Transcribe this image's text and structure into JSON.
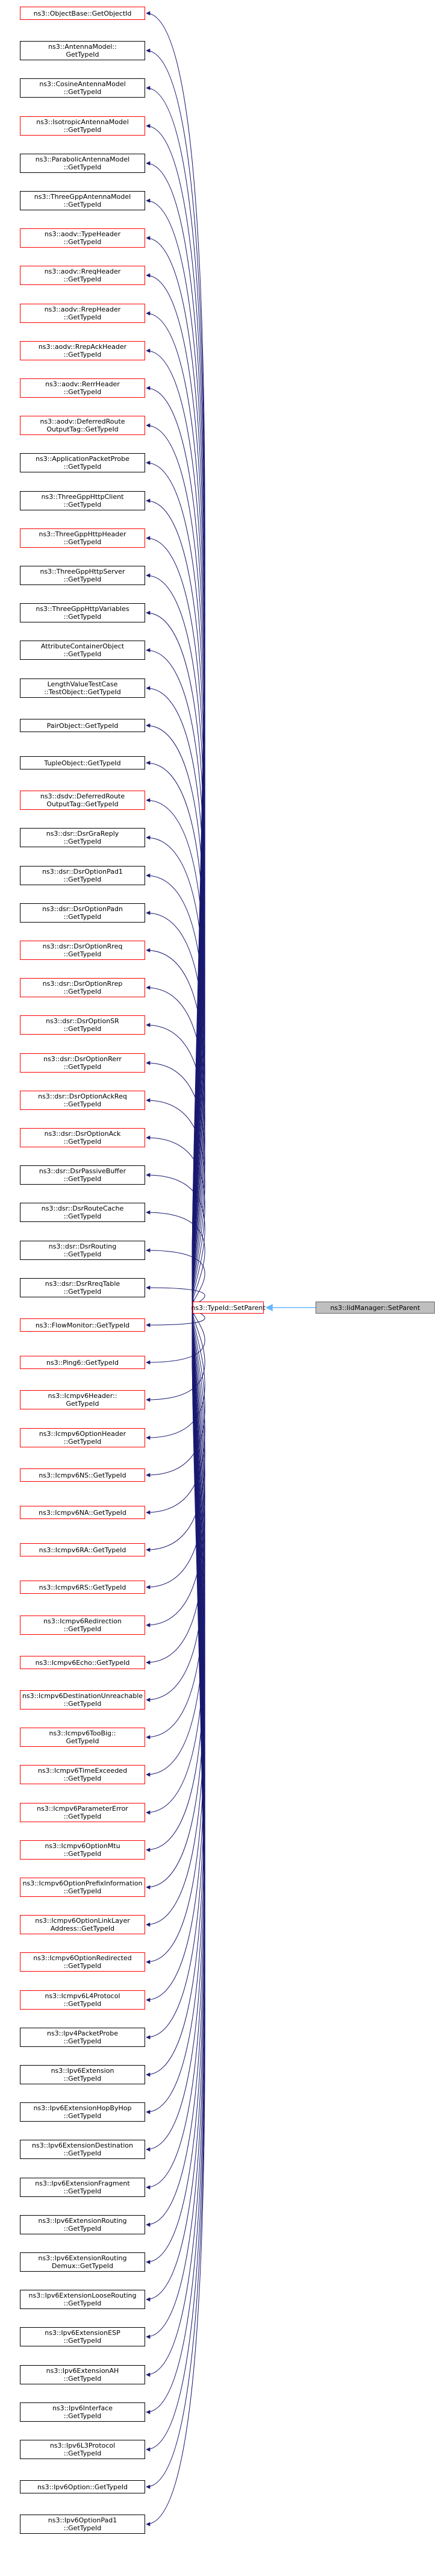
{
  "colors": {
    "edge": "#191970",
    "focus_edge": "#63b8ff",
    "red_border": "#ff0000",
    "black_border": "#000000",
    "focus_fill": "#bfbfbf"
  },
  "focus": {
    "label": "ns3::IidManager::SetParent"
  },
  "parent": {
    "label": "ns3::TypeId::SetParent"
  },
  "callers": [
    {
      "label": "ns3::ObjectBase::GetObjectId",
      "red": true
    },
    {
      "label": "ns3::AntennaModel::\nGetTypeId",
      "red": false
    },
    {
      "label": "ns3::CosineAntennaModel\n::GetTypeId",
      "red": false
    },
    {
      "label": "ns3::IsotropicAntennaModel\n::GetTypeId",
      "red": true
    },
    {
      "label": "ns3::ParabolicAntennaModel\n::GetTypeId",
      "red": false
    },
    {
      "label": "ns3::ThreeGppAntennaModel\n::GetTypeId",
      "red": false
    },
    {
      "label": "ns3::aodv::TypeHeader\n::GetTypeId",
      "red": true
    },
    {
      "label": "ns3::aodv::RreqHeader\n::GetTypeId",
      "red": true
    },
    {
      "label": "ns3::aodv::RrepHeader\n::GetTypeId",
      "red": true
    },
    {
      "label": "ns3::aodv::RrepAckHeader\n::GetTypeId",
      "red": true
    },
    {
      "label": "ns3::aodv::RerrHeader\n::GetTypeId",
      "red": true
    },
    {
      "label": "ns3::aodv::DeferredRoute\nOutputTag::GetTypeId",
      "red": true
    },
    {
      "label": "ns3::ApplicationPacketProbe\n::GetTypeId",
      "red": false
    },
    {
      "label": "ns3::ThreeGppHttpClient\n::GetTypeId",
      "red": false
    },
    {
      "label": "ns3::ThreeGppHttpHeader\n::GetTypeId",
      "red": true
    },
    {
      "label": "ns3::ThreeGppHttpServer\n::GetTypeId",
      "red": false
    },
    {
      "label": "ns3::ThreeGppHttpVariables\n::GetTypeId",
      "red": false
    },
    {
      "label": "AttributeContainerObject\n::GetTypeId",
      "red": false
    },
    {
      "label": "LengthValueTestCase\n::TestObject::GetTypeId",
      "red": false
    },
    {
      "label": "PairObject::GetTypeId",
      "red": false
    },
    {
      "label": "TupleObject::GetTypeId",
      "red": false
    },
    {
      "label": "ns3::dsdv::DeferredRoute\nOutputTag::GetTypeId",
      "red": true
    },
    {
      "label": "ns3::dsr::DsrGraReply\n::GetTypeId",
      "red": false
    },
    {
      "label": "ns3::dsr::DsrOptionPad1\n::GetTypeId",
      "red": false
    },
    {
      "label": "ns3::dsr::DsrOptionPadn\n::GetTypeId",
      "red": false
    },
    {
      "label": "ns3::dsr::DsrOptionRreq\n::GetTypeId",
      "red": true
    },
    {
      "label": "ns3::dsr::DsrOptionRrep\n::GetTypeId",
      "red": true
    },
    {
      "label": "ns3::dsr::DsrOptionSR\n::GetTypeId",
      "red": true
    },
    {
      "label": "ns3::dsr::DsrOptionRerr\n::GetTypeId",
      "red": true
    },
    {
      "label": "ns3::dsr::DsrOptionAckReq\n::GetTypeId",
      "red": true
    },
    {
      "label": "ns3::dsr::DsrOptionAck\n::GetTypeId",
      "red": true
    },
    {
      "label": "ns3::dsr::DsrPassiveBuffer\n::GetTypeId",
      "red": false
    },
    {
      "label": "ns3::dsr::DsrRouteCache\n::GetTypeId",
      "red": false
    },
    {
      "label": "ns3::dsr::DsrRouting\n::GetTypeId",
      "red": false
    },
    {
      "label": "ns3::dsr::DsrRreqTable\n::GetTypeId",
      "red": false
    },
    {
      "label": "ns3::FlowMonitor::GetTypeId",
      "red": true
    },
    {
      "label": "ns3::Ping6::GetTypeId",
      "red": true
    },
    {
      "label": "ns3::Icmpv6Header::\nGetTypeId",
      "red": true
    },
    {
      "label": "ns3::Icmpv6OptionHeader\n::GetTypeId",
      "red": true
    },
    {
      "label": "ns3::Icmpv6NS::GetTypeId",
      "red": true
    },
    {
      "label": "ns3::Icmpv6NA::GetTypeId",
      "red": true
    },
    {
      "label": "ns3::Icmpv6RA::GetTypeId",
      "red": true
    },
    {
      "label": "ns3::Icmpv6RS::GetTypeId",
      "red": true
    },
    {
      "label": "ns3::Icmpv6Redirection\n::GetTypeId",
      "red": true
    },
    {
      "label": "ns3::Icmpv6Echo::GetTypeId",
      "red": true
    },
    {
      "label": "ns3::Icmpv6DestinationUnreachable\n::GetTypeId",
      "red": true
    },
    {
      "label": "ns3::Icmpv6TooBig::\nGetTypeId",
      "red": true
    },
    {
      "label": "ns3::Icmpv6TimeExceeded\n::GetTypeId",
      "red": true
    },
    {
      "label": "ns3::Icmpv6ParameterError\n::GetTypeId",
      "red": true
    },
    {
      "label": "ns3::Icmpv6OptionMtu\n::GetTypeId",
      "red": true
    },
    {
      "label": "ns3::Icmpv6OptionPrefixInformation\n::GetTypeId",
      "red": true
    },
    {
      "label": "ns3::Icmpv6OptionLinkLayer\nAddress::GetTypeId",
      "red": true
    },
    {
      "label": "ns3::Icmpv6OptionRedirected\n::GetTypeId",
      "red": true
    },
    {
      "label": "ns3::Icmpv6L4Protocol\n::GetTypeId",
      "red": true
    },
    {
      "label": "ns3::Ipv4PacketProbe\n::GetTypeId",
      "red": false
    },
    {
      "label": "ns3::Ipv6Extension\n::GetTypeId",
      "red": false
    },
    {
      "label": "ns3::Ipv6ExtensionHopByHop\n::GetTypeId",
      "red": false
    },
    {
      "label": "ns3::Ipv6ExtensionDestination\n::GetTypeId",
      "red": false
    },
    {
      "label": "ns3::Ipv6ExtensionFragment\n::GetTypeId",
      "red": false
    },
    {
      "label": "ns3::Ipv6ExtensionRouting\n::GetTypeId",
      "red": false
    },
    {
      "label": "ns3::Ipv6ExtensionRouting\nDemux::GetTypeId",
      "red": false
    },
    {
      "label": "ns3::Ipv6ExtensionLooseRouting\n::GetTypeId",
      "red": false
    },
    {
      "label": "ns3::Ipv6ExtensionESP\n::GetTypeId",
      "red": false
    },
    {
      "label": "ns3::Ipv6ExtensionAH\n::GetTypeId",
      "red": false
    },
    {
      "label": "ns3::Ipv6Interface\n::GetTypeId",
      "red": false
    },
    {
      "label": "ns3::Ipv6L3Protocol\n::GetTypeId",
      "red": false
    },
    {
      "label": "ns3::Ipv6Option::GetTypeId",
      "red": false
    },
    {
      "label": "ns3::Ipv6OptionPad1\n::GetTypeId",
      "red": false
    }
  ]
}
